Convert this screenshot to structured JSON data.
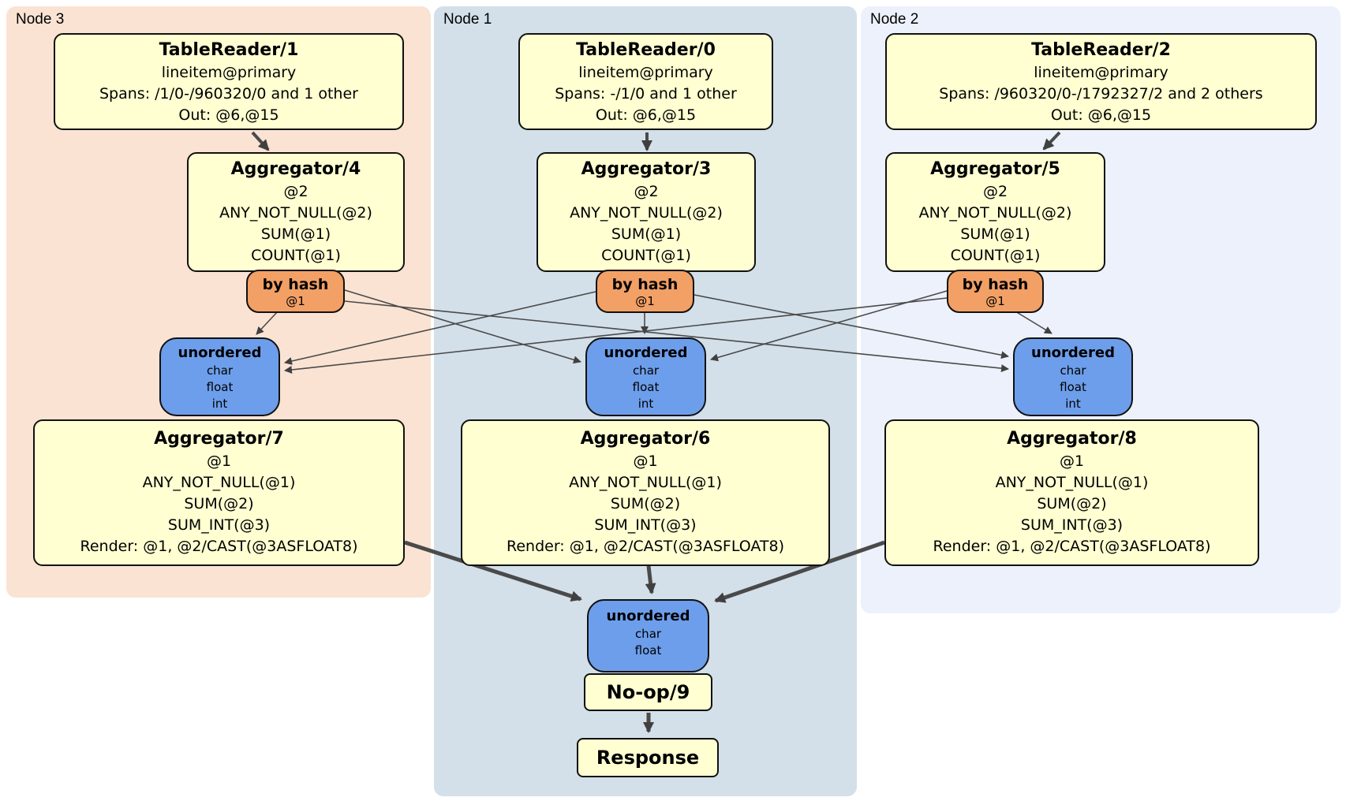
{
  "colors": {
    "node3-bg": "#FAE3D3",
    "node1-bg": "#D3E0E9",
    "node2-bg": "#ECF1FB",
    "processor-fill": "#FFFFD2",
    "router-fill": "#F2A065",
    "sync-fill": "#6D9EEB",
    "box-border": "#111111",
    "edge-color": "#4A4A4A",
    "page-bg": "#FFFFFF",
    "text-color": "#000000"
  },
  "panels": [
    {
      "label": "Node 3"
    },
    {
      "label": "Node 1"
    },
    {
      "label": "Node 2"
    }
  ],
  "boxes": {
    "tr1": {
      "title": "TableReader/1",
      "lines": [
        "lineitem@primary",
        "Spans: /1/0-/960320/0 and 1 other",
        "Out: @6,@15"
      ]
    },
    "tr0": {
      "title": "TableReader/0",
      "lines": [
        "lineitem@primary",
        "Spans: -/1/0 and 1 other",
        "Out: @6,@15"
      ]
    },
    "tr2": {
      "title": "TableReader/2",
      "lines": [
        "lineitem@primary",
        "Spans: /960320/0-/1792327/2 and 2 others",
        "Out: @6,@15"
      ]
    },
    "agg4": {
      "title": "Aggregator/4",
      "lines": [
        "@2",
        "ANY_NOT_NULL(@2)",
        "SUM(@1)",
        "COUNT(@1)"
      ]
    },
    "agg3": {
      "title": "Aggregator/3",
      "lines": [
        "@2",
        "ANY_NOT_NULL(@2)",
        "SUM(@1)",
        "COUNT(@1)"
      ]
    },
    "agg5": {
      "title": "Aggregator/5",
      "lines": [
        "@2",
        "ANY_NOT_NULL(@2)",
        "SUM(@1)",
        "COUNT(@1)"
      ]
    },
    "bh3": {
      "title": "by hash",
      "sub": "@1"
    },
    "bh1": {
      "title": "by hash",
      "sub": "@1"
    },
    "bh2": {
      "title": "by hash",
      "sub": "@1"
    },
    "un3": {
      "title": "unordered",
      "lines": [
        "char",
        "float",
        "int"
      ]
    },
    "un6": {
      "title": "unordered",
      "lines": [
        "char",
        "float",
        "int"
      ]
    },
    "un8": {
      "title": "unordered",
      "lines": [
        "char",
        "float",
        "int"
      ]
    },
    "agg7": {
      "title": "Aggregator/7",
      "lines": [
        "@1",
        "ANY_NOT_NULL(@1)",
        "SUM(@2)",
        "SUM_INT(@3)",
        "Render: @1, @2/CAST(@3ASFLOAT8)"
      ]
    },
    "agg6": {
      "title": "Aggregator/6",
      "lines": [
        "@1",
        "ANY_NOT_NULL(@1)",
        "SUM(@2)",
        "SUM_INT(@3)",
        "Render: @1, @2/CAST(@3ASFLOAT8)"
      ]
    },
    "agg8": {
      "title": "Aggregator/8",
      "lines": [
        "@1",
        "ANY_NOT_NULL(@1)",
        "SUM(@2)",
        "SUM_INT(@3)",
        "Render: @1, @2/CAST(@3ASFLOAT8)"
      ]
    },
    "unf": {
      "title": "unordered",
      "lines": [
        "char",
        "float"
      ]
    },
    "noop": {
      "title": "No-op/9"
    },
    "resp": {
      "title": "Response"
    }
  }
}
